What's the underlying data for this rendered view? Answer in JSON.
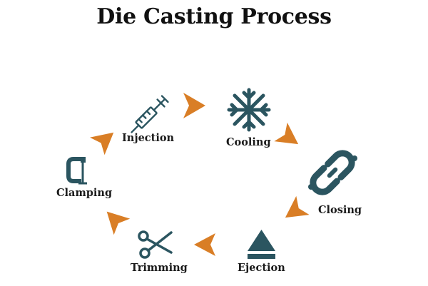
{
  "title": "Die Casting Process",
  "colors": {
    "icon": "#2b5560",
    "arrow": "#d97e26",
    "text": "#1a1a1a"
  },
  "steps": [
    {
      "label": "Injection",
      "icon": "syringe-icon"
    },
    {
      "label": "Cooling",
      "icon": "snowflake-icon"
    },
    {
      "label": "Closing",
      "icon": "chain-link-icon"
    },
    {
      "label": "Ejection",
      "icon": "eject-icon"
    },
    {
      "label": "Trimming",
      "icon": "scissors-icon"
    },
    {
      "label": "Clamping",
      "icon": "c-clamp-icon"
    }
  ],
  "arrows": [
    "injection-to-cooling",
    "cooling-to-closing",
    "closing-to-ejection",
    "ejection-to-trimming",
    "trimming-to-clamping",
    "clamping-to-injection"
  ]
}
